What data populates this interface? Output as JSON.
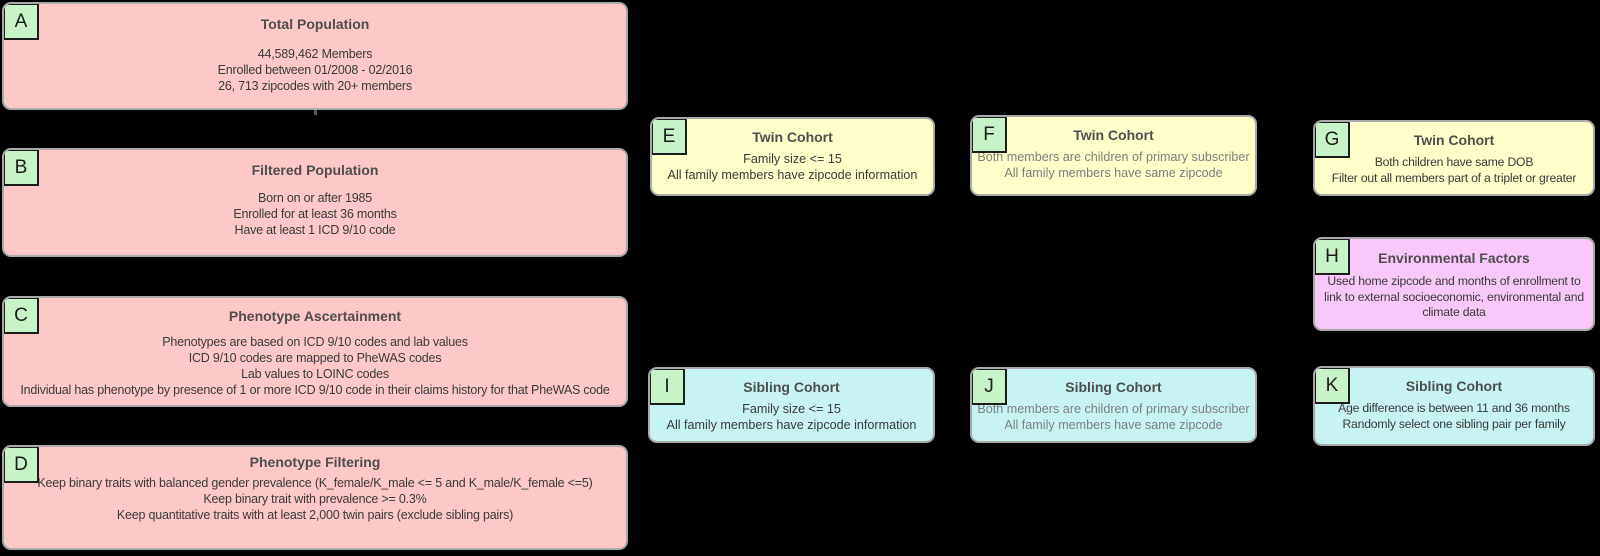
{
  "palette": {
    "background": "#000000",
    "pink": "#ffc8c8",
    "yellow": "#ffffc9",
    "cyan": "#c8f3f3",
    "magenta": "#f9c8f9",
    "badge_green": "#c8f2c8",
    "border_gray": "#a9a9a9",
    "title_text": "#4e4e4e",
    "body_text": "#3a3a3a",
    "muted_body_text": "#7e7e7e"
  },
  "nodes": [
    {
      "id": "A",
      "title": "Total Population",
      "fill": "pink",
      "lines": [
        "44,589,462 Members",
        "Enrolled between 01/2008 - 02/2016",
        "26, 713 zipcodes with 20+ members"
      ]
    },
    {
      "id": "B",
      "title": "Filtered Population",
      "fill": "pink",
      "lines": [
        "Born on or after 1985",
        "Enrolled for at least 36 months",
        "Have at least 1 ICD 9/10 code"
      ]
    },
    {
      "id": "C",
      "title": "Phenotype Ascertainment",
      "fill": "pink",
      "lines": [
        "Phenotypes are based on ICD 9/10 codes and lab values",
        "ICD 9/10 codes are mapped to PheWAS codes",
        "Lab values to LOINC codes",
        "Individual has phenotype by presence of 1 or more ICD 9/10 code in their claims history for that PheWAS code"
      ]
    },
    {
      "id": "D",
      "title": "Phenotype Filtering",
      "fill": "pink",
      "lines": [
        "Keep binary traits with balanced gender prevalence (K_female/K_male <= 5 and K_male/K_female <=5)",
        "Keep binary trait with prevalence >= 0.3%",
        "Keep quantitative traits with at least 2,000 twin pairs (exclude sibling pairs)"
      ]
    },
    {
      "id": "E",
      "title": "Twin Cohort",
      "fill": "yellow",
      "lines": [
        "Family size <= 15",
        "All family members have zipcode information"
      ]
    },
    {
      "id": "F",
      "title": "Twin Cohort",
      "fill": "yellow",
      "lines": [
        "Both members are children of primary subscriber",
        "All family members have same zipcode"
      ]
    },
    {
      "id": "G",
      "title": "Twin Cohort",
      "fill": "yellow",
      "lines": [
        "Both children have same DOB",
        "Filter out all members part of a triplet or greater"
      ]
    },
    {
      "id": "H",
      "title": "Environmental Factors",
      "fill": "magenta",
      "lines": [
        "Used home zipcode and months of enrollment to",
        "link to external socioeconomic, environmental and",
        "climate data"
      ]
    },
    {
      "id": "I",
      "title": "Sibling Cohort",
      "fill": "cyan",
      "lines": [
        "Family size <= 15",
        "All family members have zipcode information"
      ]
    },
    {
      "id": "J",
      "title": "Sibling Cohort",
      "fill": "cyan",
      "lines": [
        "Both members are children of primary subscriber",
        "All family members have same zipcode"
      ]
    },
    {
      "id": "K",
      "title": "Sibling Cohort",
      "fill": "cyan",
      "lines": [
        "Age difference is between 11 and 36 months",
        "Randomly select one sibling pair per family"
      ]
    }
  ]
}
